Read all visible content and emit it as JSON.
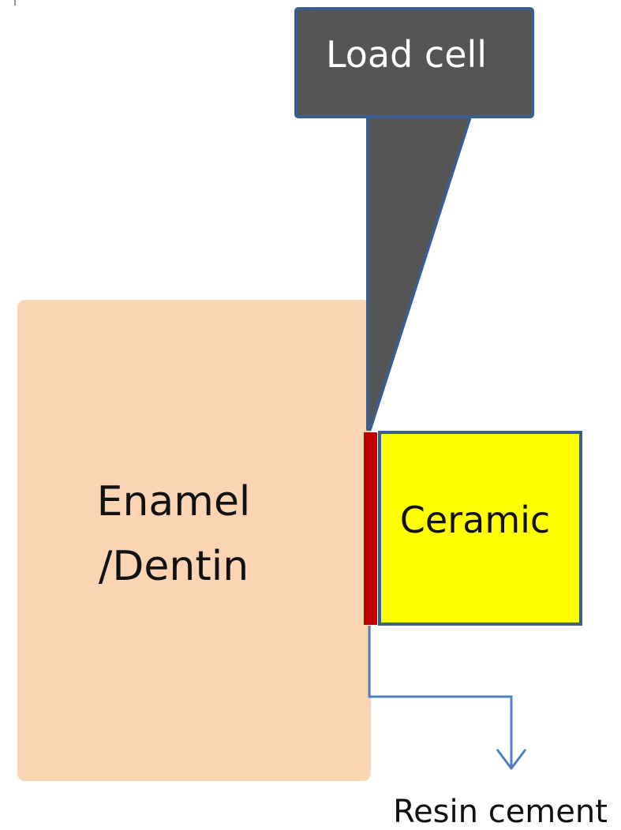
{
  "labels": {
    "load_cell": "Load cell",
    "tooth_line1": "Enamel",
    "tooth_line2": "/Dentin",
    "ceramic": "Ceramic",
    "resin_cement": "Resin cement"
  },
  "colors": {
    "load_cell_fill": "#555555",
    "outline": "#3b5d8f",
    "tooth_fill": "#fbd4b4",
    "ceramic_fill": "#ffff00",
    "cement_fill": "#c00000",
    "arrow": "#4f7fc0",
    "label_light": "#ffffff",
    "label_dark": "#111111"
  }
}
